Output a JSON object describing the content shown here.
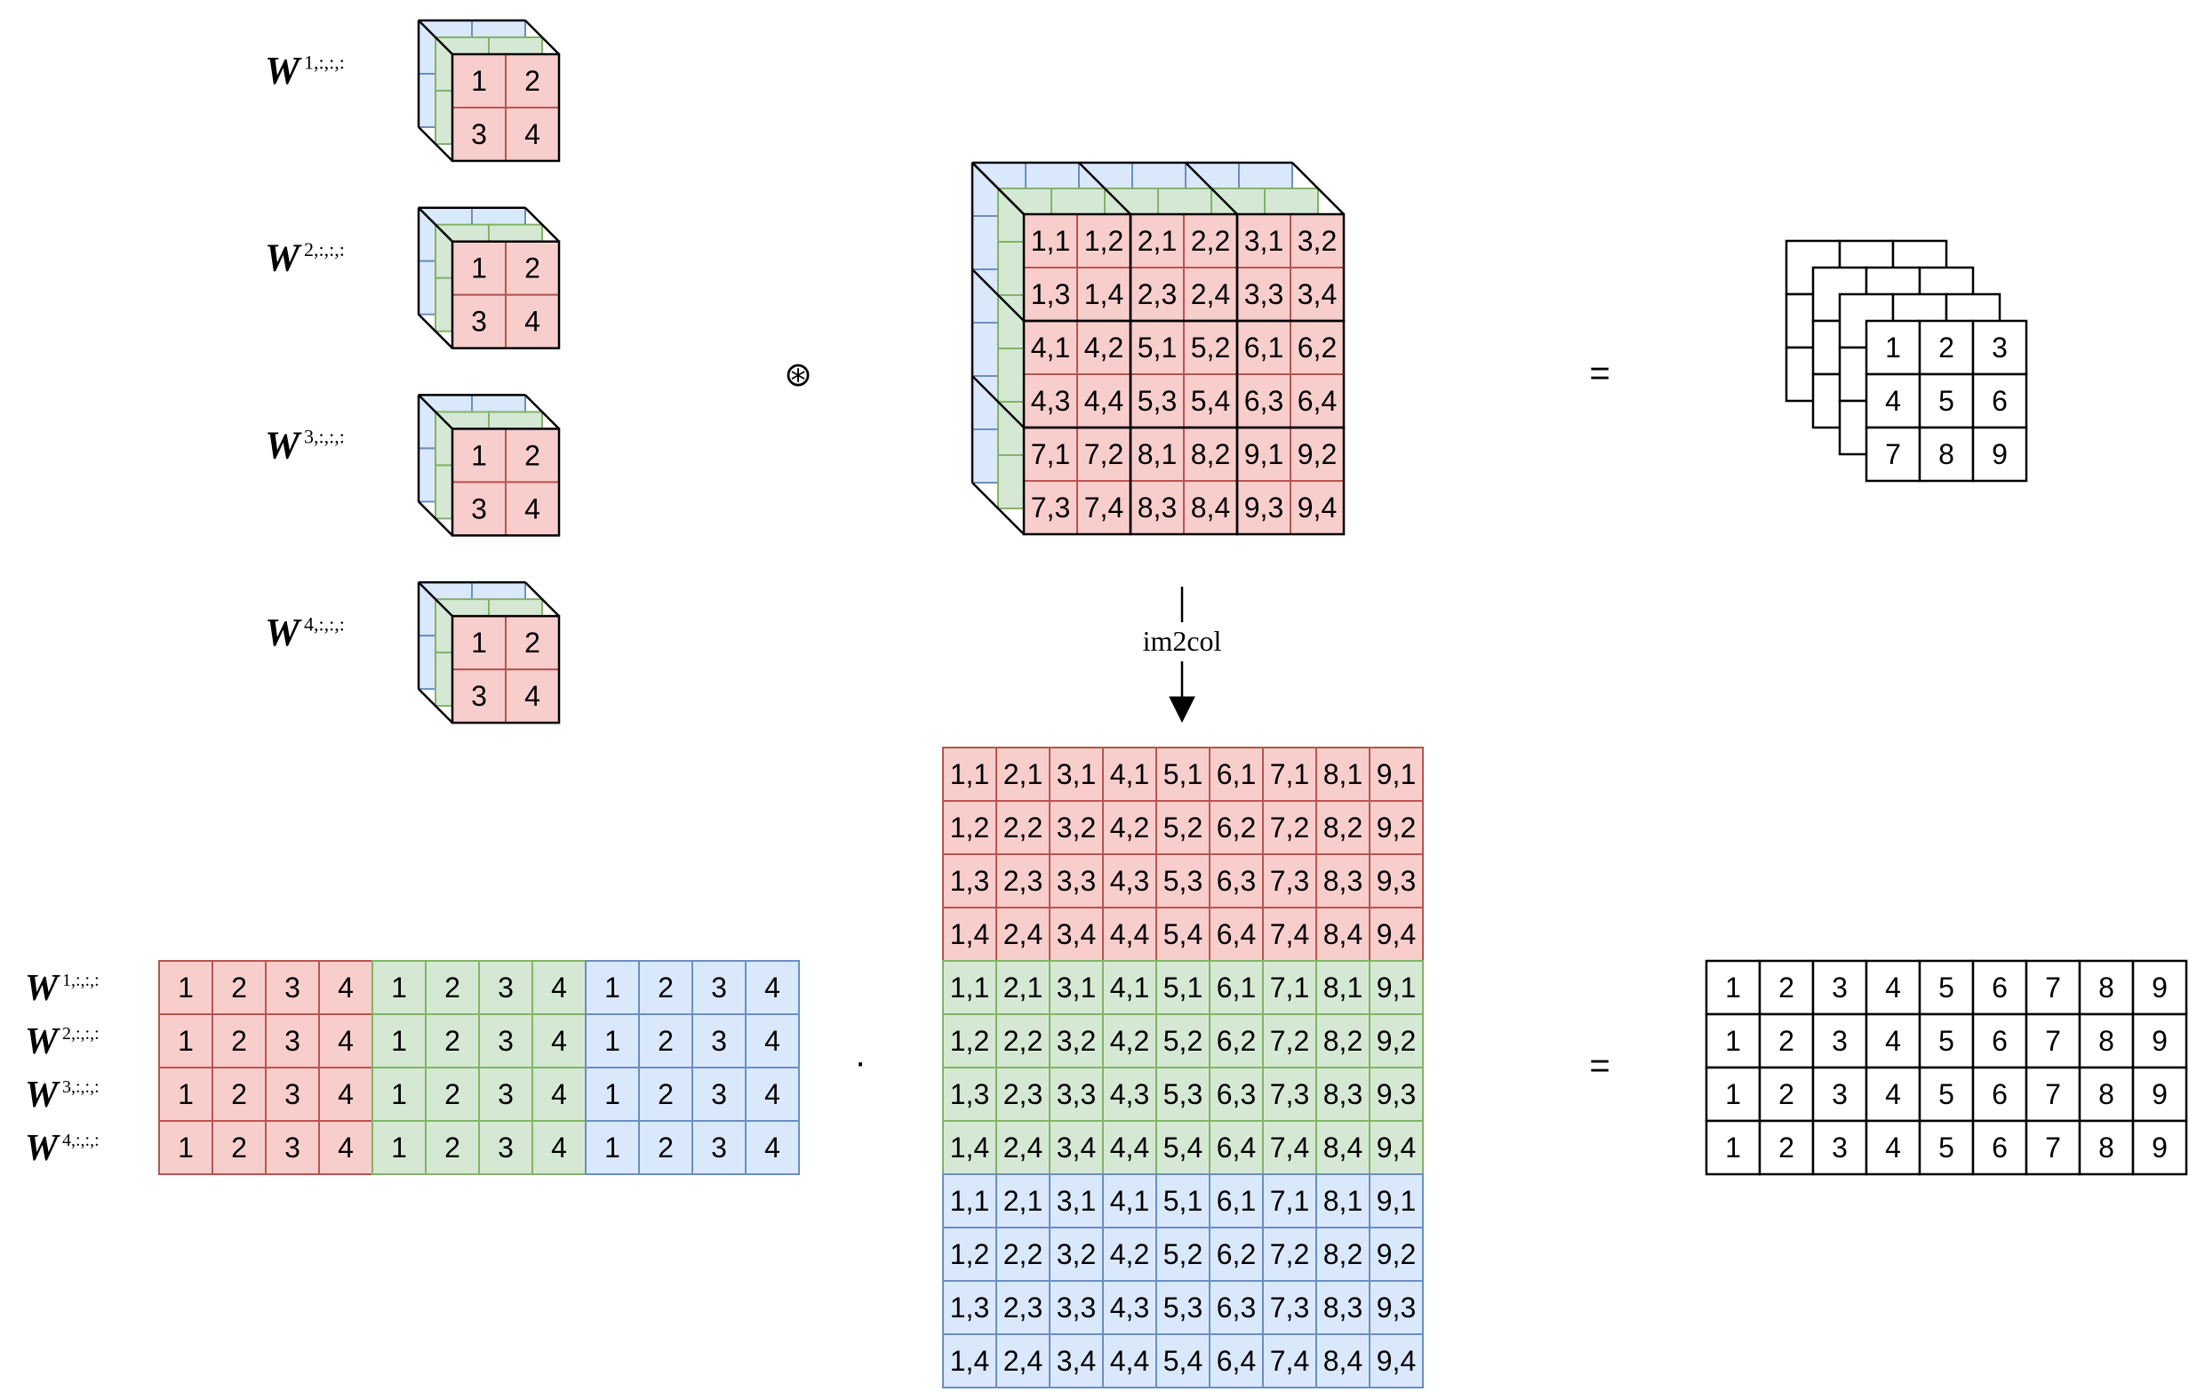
{
  "colors": {
    "red_fill": "#f8cecc",
    "red_stroke": "#b85450",
    "green_fill": "#d5e8d4",
    "green_stroke": "#82b366",
    "blue_fill": "#dae8fc",
    "blue_stroke": "#6c8ebf",
    "black": "#000000",
    "white": "#ffffff"
  },
  "filters": {
    "labels": [
      "1,:,:,:",
      "2,:,:,:",
      "3,:,:,:",
      "4,:,:,:"
    ],
    "w_symbol": "W",
    "values": [
      "1",
      "2",
      "3",
      "4"
    ]
  },
  "operators": {
    "conv": "⊛",
    "equals_top": "=",
    "dot": "·",
    "equals_bottom": "="
  },
  "im2col_label": "im2col",
  "input_cube": {
    "grid": [
      [
        "1,1",
        "1,2",
        "2,1",
        "2,2",
        "3,1",
        "3,2"
      ],
      [
        "1,3",
        "1,4",
        "2,3",
        "2,4",
        "3,3",
        "3,4"
      ],
      [
        "4,1",
        "4,2",
        "5,1",
        "5,2",
        "6,1",
        "6,2"
      ],
      [
        "4,3",
        "4,4",
        "5,3",
        "5,4",
        "6,3",
        "6,4"
      ],
      [
        "7,1",
        "7,2",
        "8,1",
        "8,2",
        "9,1",
        "9,2"
      ],
      [
        "7,3",
        "7,4",
        "8,3",
        "8,4",
        "9,3",
        "9,4"
      ]
    ]
  },
  "output_maps": {
    "grid": [
      [
        "1",
        "2",
        "3"
      ],
      [
        "4",
        "5",
        "6"
      ],
      [
        "7",
        "8",
        "9"
      ]
    ]
  },
  "weight_matrix": {
    "row_labels": [
      "1,:,:,:",
      "2,:,:,:",
      "3,:,:,:",
      "4,:,:,:"
    ],
    "values": [
      "1",
      "2",
      "3",
      "4"
    ]
  },
  "col_matrix": {
    "columns": [
      "1",
      "2",
      "3",
      "4",
      "5",
      "6",
      "7",
      "8",
      "9"
    ],
    "rows": [
      "1",
      "2",
      "3",
      "4"
    ]
  },
  "result_matrix": {
    "values": [
      "1",
      "2",
      "3",
      "4",
      "5",
      "6",
      "7",
      "8",
      "9"
    ]
  }
}
